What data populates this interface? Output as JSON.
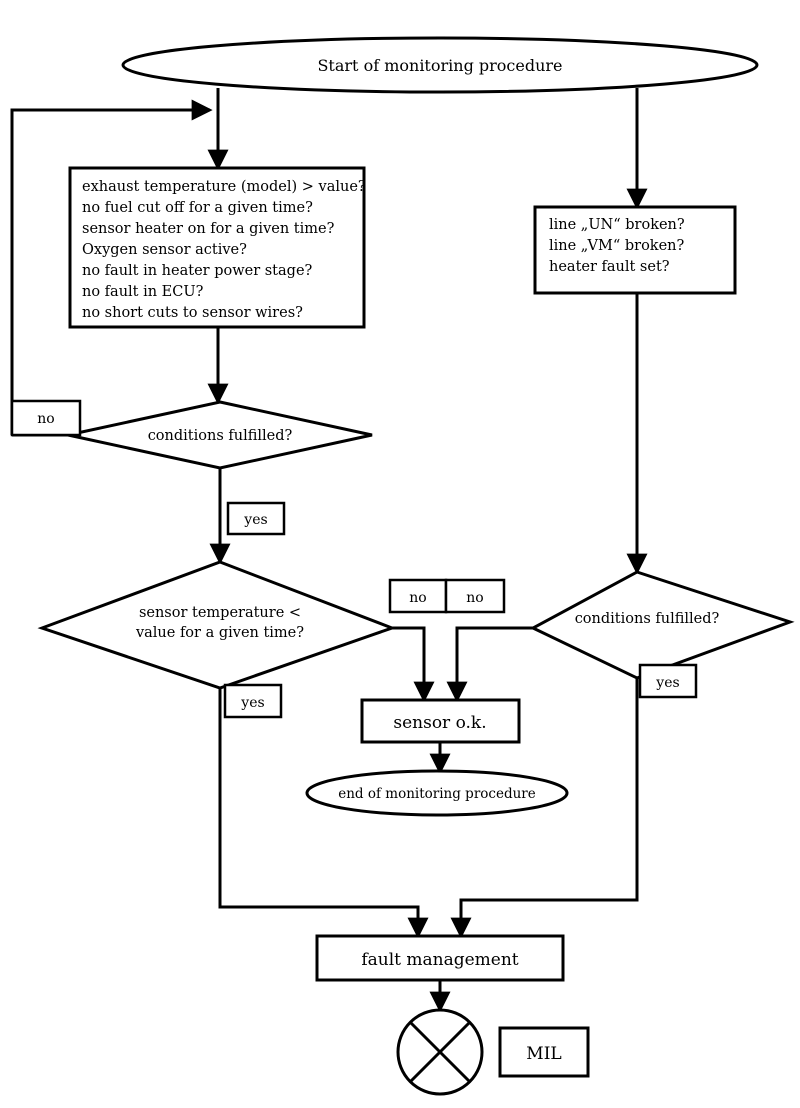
{
  "diagram": {
    "title": "Oxygen sensor heater monitoring procedure flowchart",
    "start": {
      "label": "Start of monitoring procedure"
    },
    "left_conditions": {
      "lines": [
        "exhaust temperature (model) > value?",
        "no fuel cut off for a given time?",
        "sensor heater on for a given time?",
        "Oxygen sensor active?",
        "no fault in heater power stage?",
        "no fault in ECU?",
        "no short cuts to sensor wires?"
      ]
    },
    "right_conditions": {
      "lines": [
        "line „UN“ broken?",
        "line „VM“ broken?",
        "heater fault set?"
      ]
    },
    "decision_left_conditions": {
      "label": "conditions fulfilled?"
    },
    "decision_sensor_temp": {
      "line1": "sensor temperature <",
      "line2": "value for a given time?"
    },
    "decision_right_conditions": {
      "label": "conditions fulfilled?"
    },
    "labels": {
      "no_feedback": "no",
      "yes_left": "yes",
      "no_middle_left": "no",
      "no_middle_right": "no",
      "yes_sensor_temp": "yes",
      "yes_right": "yes"
    },
    "sensor_ok": {
      "label": "sensor o.k."
    },
    "end": {
      "label": "end of monitoring procedure"
    },
    "fault_management": {
      "label": "fault management"
    },
    "mil": {
      "label": "MIL",
      "symbol": "circle-with-x-icon"
    },
    "colors": {
      "stroke": "#000000",
      "fill": "#ffffff",
      "background": "#ffffff"
    }
  }
}
